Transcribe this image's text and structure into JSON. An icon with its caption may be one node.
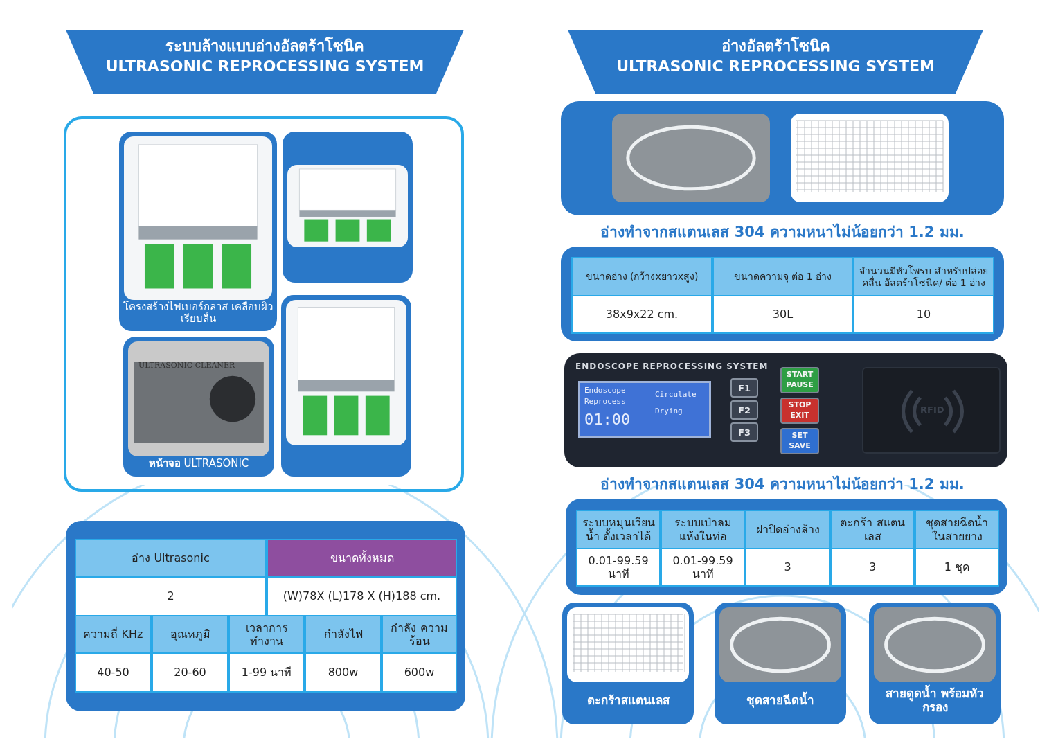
{
  "diagram": {
    "nodes": [
      {
        "text": [
          "ระบบล้างแบบอ่างอัลตร้าโซนิค",
          "ULTRASONIC REPROCESSING SYSTEM"
        ]
      },
      {
        "text": [
          "อ่างอัลตร้าโซนิค",
          "ULTRASONIC REPROCESSING SYSTEM"
        ]
      },
      {
        "text": [
          "โครงสร้างไฟเบอร์กลาส เคลือบผิวเรียบลื่น"
        ]
      },
      {
        "text": [],
        "shape": "picture"
      },
      {
        "text": [
          "**หน้าจอ** ULTRASONIC"
        ]
      },
      {
        "text": [],
        "shape": "picture"
      },
      {
        "text": [
          "ตะกร้าสแตนเลส"
        ]
      },
      {
        "text": [
          "ชุดสายฉีดน้ำ"
        ]
      },
      {
        "text": [
          "สายดูดน้ำ พร้อมหัวกรอง"
        ]
      }
    ],
    "edges": [],
    "labels": [
      "ULTRASONIC CLEANER",
      "อ่าง Ultrasonic",
      "ขนาดทั้งหมด",
      "2",
      "(W)78X (L)178 X (H)188 cm.",
      "ความถี่ KHz",
      "อุณหภูมิ",
      "เวลาการ ทำงาน",
      "กำลังไฟ",
      "กำลัง ความร้อน",
      "40-50",
      "20-60",
      "1-99 นาที",
      "800w",
      "600w",
      "อ่างทำจากสแตนเลส 304 ความหนาไม่น้อยกว่า 1.2 มม.",
      "ขนาดอ่าง (กว้างxยาวxสูง)",
      "ขนาดความจุ ต่อ 1 อ่าง",
      "จำนวนมีหัวโพรบ สำหรับปล่อยคลื่น อัลตร้าโซนิค/ ต่อ 1 อ่าง",
      "38x9x22 cm.",
      "30L",
      "10",
      "ENDOSCOPE REPROCESSING SYSTEM",
      "Endoscope",
      "Reprocess",
      "01:00",
      "Circulate",
      "Drying",
      "F1",
      "F2",
      "F3",
      "START",
      "PAUSE",
      "STOP",
      "EXIT",
      "SET",
      "SAVE",
      "RFID",
      "อ่างทำจากสแตนเลส 304 ความหนาไม่น้อยกว่า 1.2 มม.",
      "ระบบหมุนเวียนน้ำ ตั้งเวลาได้",
      "ระบบเป่าลม แห้งในท่อ",
      "ฝาปิดอ่างล้าง",
      "ตะกร้า สแตนเลส",
      "ชุดสายฉีดน้ำ ในสายยาง",
      "0.01-99.59 นาที",
      "0.01-99.59 นาที",
      "3",
      "3",
      "1 ชุด"
    ]
  }
}
